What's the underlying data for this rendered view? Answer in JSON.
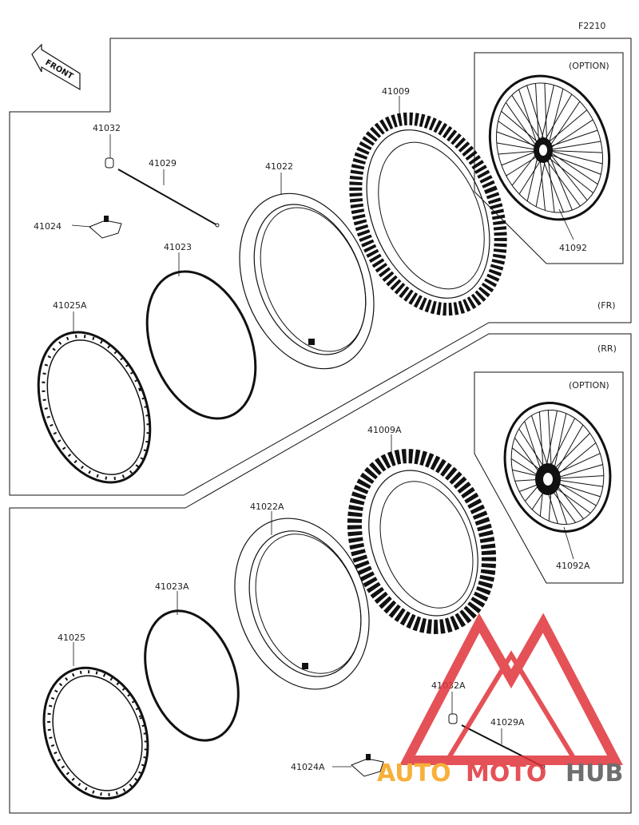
{
  "diagram_code": "F2210",
  "front_label": "FRONT",
  "section_front": "(FR)",
  "section_rear": "(RR)",
  "option_front": "(OPTION)",
  "option_rear": "(OPTION)",
  "parts_front": {
    "valve_cap": "41032",
    "spoke_wire": "41029",
    "rim_band": "41024",
    "rim_strip": "41023",
    "tube": "41022",
    "tire": "41009",
    "wheel_assy": "41092",
    "rim": "41025A"
  },
  "parts_rear": {
    "tire": "41009A",
    "tube": "41022A",
    "rim_strip": "41023A",
    "rim": "41025",
    "valve_cap": "41032A",
    "spoke_wire": "41029A",
    "rim_band": "41024A",
    "wheel_assy": "41092A"
  },
  "watermark": {
    "text_auto": "AUTO",
    "text_moto": "MOTO",
    "text_hub": "HUB",
    "color_red": "#e0333a",
    "color_orange": "#f6a31a",
    "color_gray": "#555555"
  },
  "colors": {
    "line": "#111111",
    "background": "#ffffff"
  }
}
